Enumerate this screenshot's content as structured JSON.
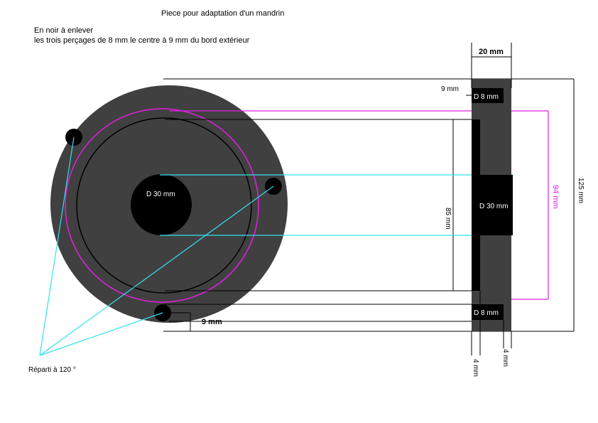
{
  "title": "Piece pour adaptation d'un mandrin",
  "notes": {
    "line1": "En noir à enlever",
    "line2": "les trois perçages de 8 mm le centre à 9 mm du bord extérieur"
  },
  "labels": {
    "center_hole_front": "D 30 mm",
    "center_hole_side": "D 30 mm",
    "hole_top_side": "D 8 mm",
    "hole_bottom_side": "D 8 mm",
    "repartition": "Réparti à 120 °"
  },
  "dimensions": {
    "width_20": "20 mm",
    "offset_9_top": "9 mm",
    "offset_9_bottom": "9 mm",
    "diam_85": "85 mm",
    "diam_94": "94 mm",
    "diam_125": "125 mm",
    "depth_4_left": "4 mm",
    "depth_4_right": "4 mm"
  },
  "colors": {
    "body": "#404040",
    "hole": "#000000",
    "magenta": "#e020e0",
    "cyan": "#33e0f0",
    "line": "#000000",
    "background": "#ffffff"
  }
}
